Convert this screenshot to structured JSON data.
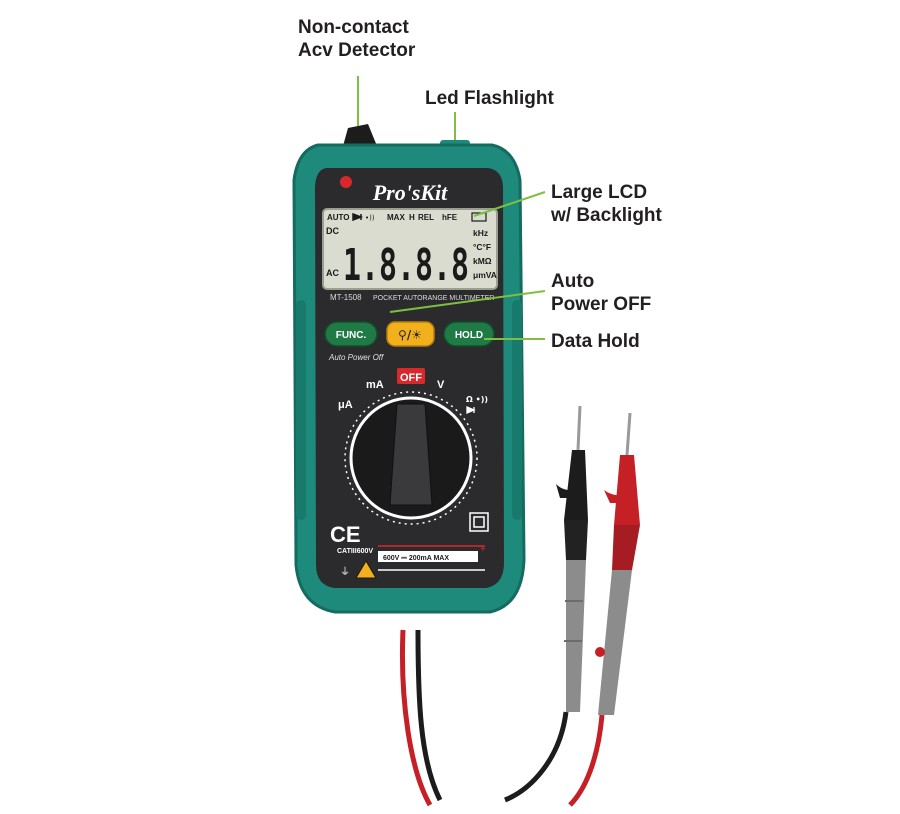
{
  "callouts": {
    "ncv": [
      "Non-contact",
      "Acv Detector"
    ],
    "flashlight": [
      "Led Flashlight"
    ],
    "lcd": [
      "Large LCD",
      "w/ Backlight"
    ],
    "auto_off": [
      "Auto",
      "Power OFF"
    ],
    "hold": [
      "Data Hold"
    ]
  },
  "meter": {
    "brand": "Pro'sKit",
    "model": "MT-1508",
    "subtitle": "POCKET AUTORANGE MULTIMETER",
    "lcd": {
      "digits": "1.8.8.8",
      "top_indicators": [
        "AUTO",
        "MAX",
        "H",
        "REL",
        "hFE"
      ],
      "left_indicators": [
        "DC",
        "AC"
      ],
      "right_units": [
        "kHz",
        "°C°F",
        "kMΩ",
        "μmVA"
      ]
    },
    "buttons": {
      "func": "FUNC.",
      "hold": "HOLD"
    },
    "auto_power_label": "Auto Power Off",
    "dial": {
      "off": "OFF",
      "ma": "mA",
      "ua": "μA",
      "v": "V",
      "ohm": "Ω •))"
    },
    "cat_rating": "CATIII600V",
    "max_rating": "600V ⎓ 200mA MAX"
  },
  "colors": {
    "housing": "#1e8a7c",
    "housing_dark": "#146b60",
    "panel": "#2b2b2d",
    "lcd": "#d9dccf",
    "func_button": "#1f7a45",
    "light_button": "#f1b01c",
    "off_label": "#d8282c",
    "probe_red": "#c62027",
    "probe_black": "#1c1c1c",
    "probe_grey": "#8c8c8c",
    "leader_line": "#7fbf3f",
    "callout_text": "#231f20"
  },
  "icons": [
    "ce-mark-icon",
    "double-insulation-icon",
    "warning-icon",
    "flashlight-sun-icon",
    "diode-icon",
    "battery-icon",
    "continuity-icon"
  ]
}
